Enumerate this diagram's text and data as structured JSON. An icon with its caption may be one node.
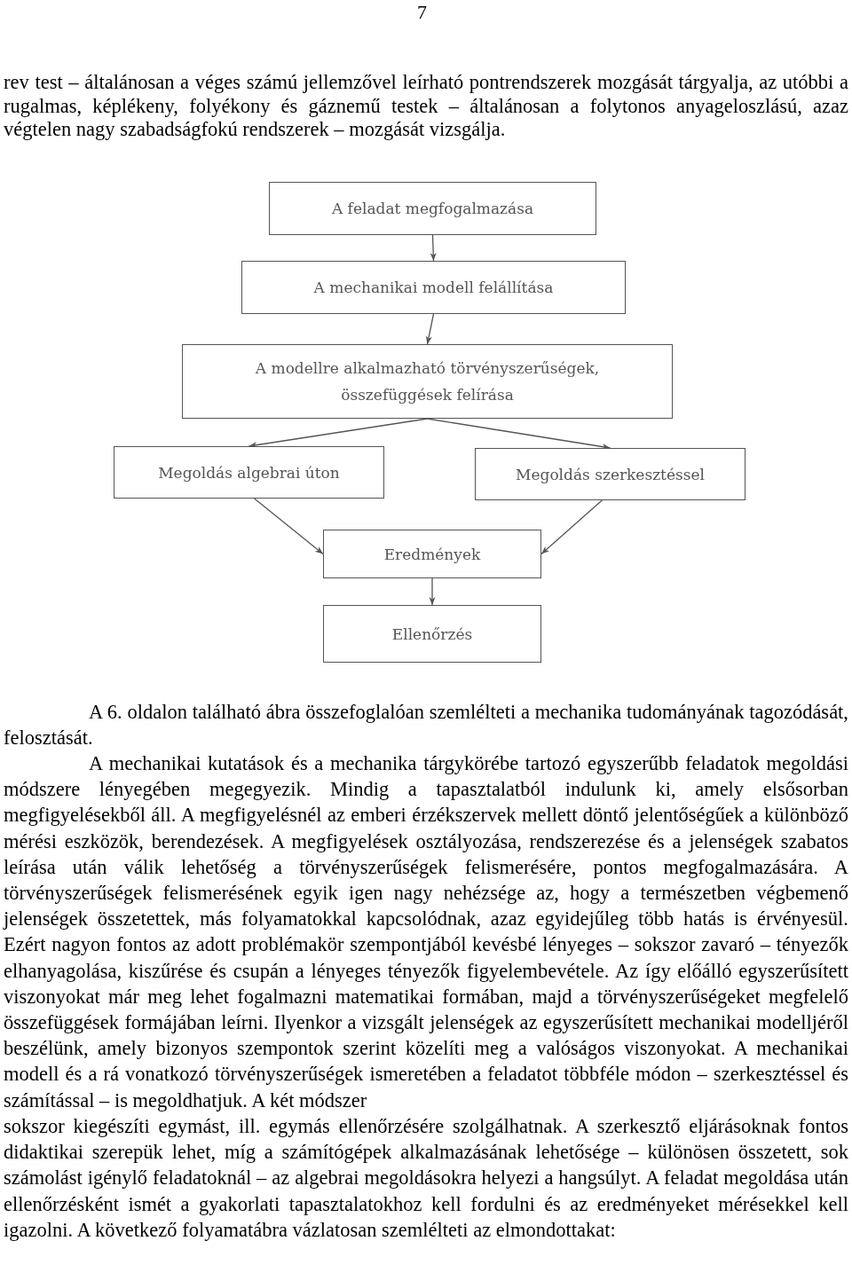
{
  "diagram": {
    "nodes": [
      {
        "text": [
          "A feladat megfogalmazása"
        ]
      },
      {
        "text": [
          "A mechanikai modell felállítása"
        ]
      },
      {
        "text": [
          "A modellre alkalmazható törvényszerűségek, összefüggések felírása"
        ]
      },
      {
        "text": [
          "Megoldás algebrai úton"
        ]
      },
      {
        "text": [
          "Megoldás szerkesztéssel"
        ]
      },
      {
        "text": [
          "Eredmények"
        ]
      },
      {
        "text": [
          "Ellenőrzés"
        ]
      }
    ],
    "edges": [
      {
        "from": 0,
        "to": 1,
        "arrow": "to"
      },
      {
        "from": 1,
        "to": 2,
        "arrow": "to"
      },
      {
        "from": 2,
        "to": 3,
        "arrow": "to"
      },
      {
        "from": 2,
        "to": 4,
        "arrow": "to"
      },
      {
        "from": 3,
        "to": 5,
        "arrow": "to"
      },
      {
        "from": 4,
        "to": 5,
        "arrow": "to"
      },
      {
        "from": 5,
        "to": 6,
        "arrow": "to"
      }
    ],
    "labels": [
      "7",
      "rev test – általánosan a véges számú jellemzővel leírható pontrendszerek mozgását tárgyalja, az utóbbi a rugalmas, képlékeny, folyékony és gáznemű testek – általánosan a folytonos anyageloszlású, azaz végtelen nagy szabadságfokú rendszerek – mozgását vizsgálja.",
      "A 6. oldalon található ábra összefoglalóan szemlélteti a mechanika tudományának tagozódását, felosztását.",
      "A mechanikai kutatások és a mechanika tárgykörébe tartozó egyszerűbb feladatok megoldási módszere lényegében megegyezik. Mindig a tapasztalatból indulunk ki, amely elsősorban megfigyelésekből áll. A megfigyelésnél az emberi érzékszervek mellett döntő jelentőségűek a különböző mérési eszközök, berendezések. A megfigyelések osztályozása, rendszerezése és a jelenségek szabatos leírása után válik lehetőség a törvényszerűségek felismerésére, pontos megfogalmazására. A törvényszerűségek felismerésének egyik igen nagy nehézsége az, hogy a természetben végbemenő jelenségek összetettek, más folyamatokkal kapcsolódnak, azaz egyidejűleg több hatás is érvényesül. Ezért nagyon fontos az adott problémakör szempontjából kevésbé lényeges – sokszor zavaró – tényezők elhanyagolása, kiszűrése és csupán a lényeges tényezők figyelembevétele. Az így előálló egyszerűsített viszonyokat már meg lehet fogalmazni matematikai formában, majd a törvényszerűségeket megfelelő összefüggések formájában leírni. Ilyenkor a vizsgált jelenségek az egyszerűsített mechanikai modelljéről beszélünk, amely bizonyos szempontok szerint közelíti meg a valóságos viszonyokat. A mechanikai modell és a rá vonatkozó törvényszerűségek ismeretében a feladatot többféle módon – szerkesztéssel és számítással – is megoldhatjuk. A két módszer",
      "sokszor kiegészíti egymást, ill. egymás ellenőrzésére szolgálhatnak. A szerkesztő eljárásoknak fontos didaktikai szerepük lehet, míg a számítógépek alkalmazásának lehetősége – különösen összetett, sok számolást igénylő feladatoknál – az algebrai megoldásokra helyezi a hangsúlyt. A feladat megoldása után ellenőrzésként ismét a gyakorlati tapasztalatokhoz kell fordulni és az eredményeket mérésekkel kell igazolni. A következő folyamatábra vázlatosan szemlélteti az elmondottakat:"
    ]
  }
}
